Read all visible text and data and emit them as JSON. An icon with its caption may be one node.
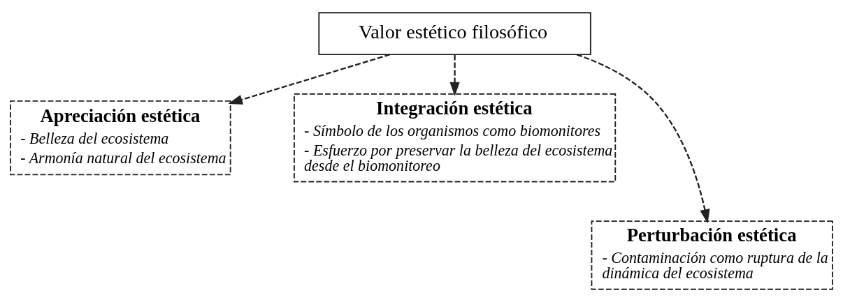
{
  "diagram": {
    "nodes": [
      {
        "text": [
          "Valor estético filosófico"
        ]
      },
      {
        "text": [
          "Apreciación estética",
          "- Belleza del ecosistema",
          "- Armonía natural del ecosistema"
        ]
      },
      {
        "text": [
          "Integración estética",
          "- Símbolo de los organismos como biomonitores",
          "- Esfuerzo por preservar la belleza del ecosistema desde el biomonitoreo"
        ]
      },
      {
        "text": [
          "Perturbación estética",
          "- Contaminación como ruptura de la dinámica del ecosistema"
        ]
      }
    ],
    "edges": [
      {
        "from": 0,
        "to": 1,
        "arrow": "to",
        "style": "dashed"
      },
      {
        "from": 0,
        "to": 2,
        "arrow": "to",
        "style": "dashed"
      },
      {
        "from": 0,
        "to": 3,
        "arrow": "to",
        "style": "dashed"
      }
    ]
  }
}
